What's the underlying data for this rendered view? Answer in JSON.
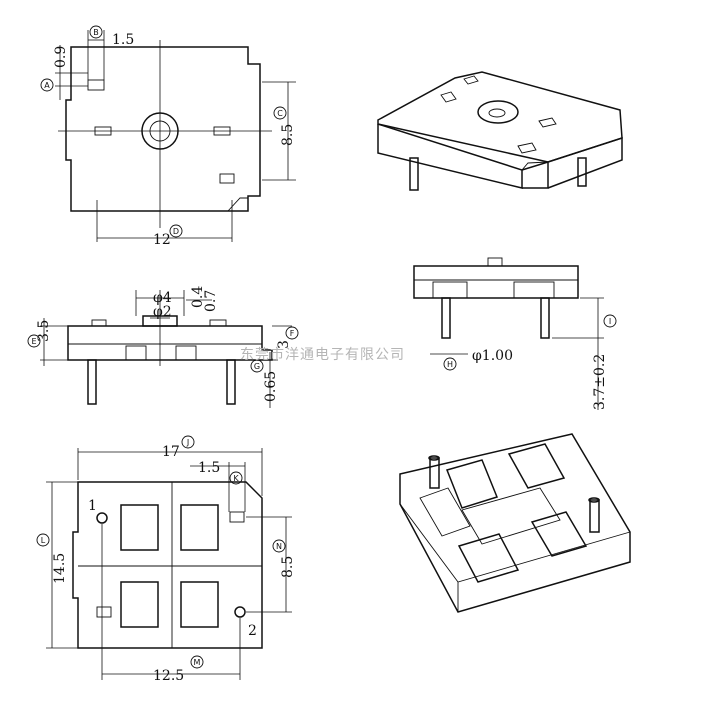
{
  "top_view": {
    "dim_0_9": "0.9",
    "dim_1_5": "1.5",
    "dim_8_5": "8.5",
    "dim_12": "12",
    "ref_a": "A",
    "ref_b": "B",
    "ref_c": "C",
    "ref_d": "D"
  },
  "front_view": {
    "dim_dia4": "φ4",
    "dim_dia2": "φ2",
    "dim_0_4": "0.4",
    "dim_0_7": "0.7",
    "dim_3_5": "3.5",
    "dim_3": "3",
    "dim_0_65": "0.65",
    "ref_e": "E",
    "ref_f": "F",
    "ref_g": "G"
  },
  "side_view": {
    "dim_dia1_00": "φ1.00",
    "dim_3_7": "3.7±0.2",
    "ref_h": "H",
    "ref_i": "I"
  },
  "bottom_view": {
    "dim_17": "17",
    "dim_1_5": "1.5",
    "dim_14_5": "14.5",
    "dim_8_5": "8.5",
    "dim_12_5": "12.5",
    "pin_1": "1",
    "pin_2": "2",
    "ref_j": "J",
    "ref_k": "K",
    "ref_l": "L",
    "ref_m": "M",
    "ref_n": "N"
  },
  "watermark": "东莞市洋通电子有限公司"
}
